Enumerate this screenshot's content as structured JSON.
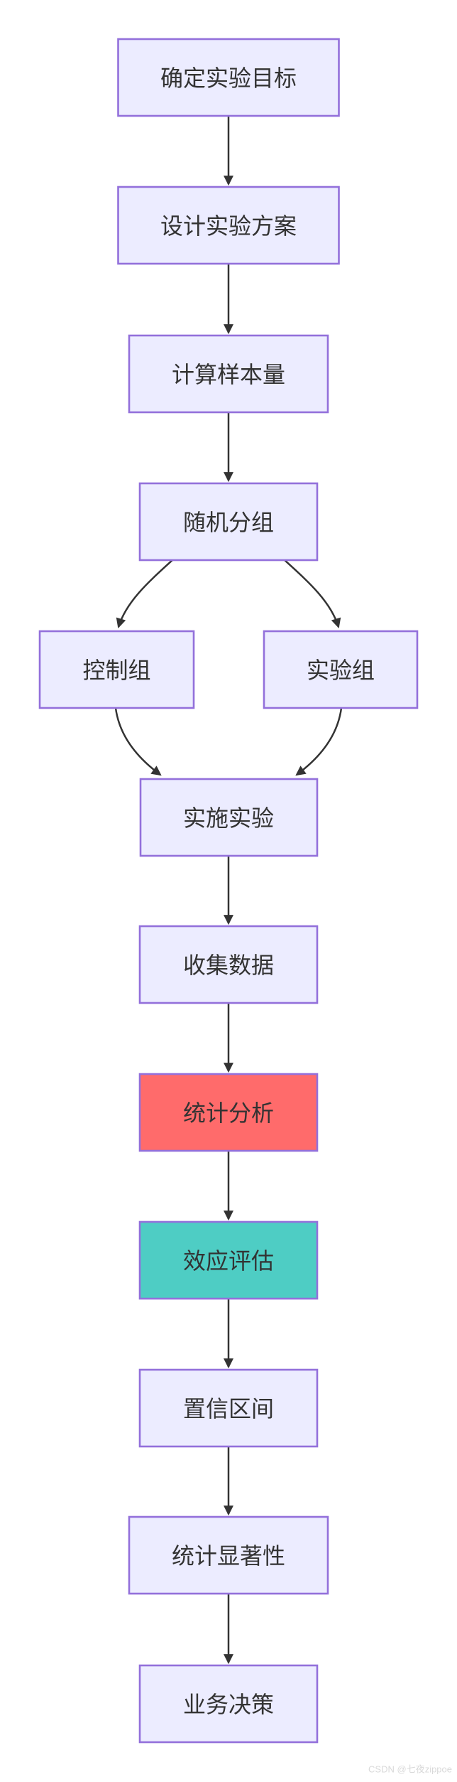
{
  "diagram": {
    "type": "flowchart",
    "direction": "top-down",
    "description": "A/B experiment workflow flowchart"
  },
  "colors": {
    "node_fill": "#ECECFF",
    "node_border": "#9370DB",
    "highlight_red": "#FF6B6B",
    "highlight_teal": "#4ECDC4",
    "node_text": "#333333",
    "edge": "#333333",
    "watermark_text_color": "#D9D9D9"
  },
  "nodes": [
    {
      "id": "define-goal",
      "label": "确定实验目标",
      "fill": "#ECECFF"
    },
    {
      "id": "design-plan",
      "label": "设计实验方案",
      "fill": "#ECECFF"
    },
    {
      "id": "sample-size",
      "label": "计算样本量",
      "fill": "#ECECFF"
    },
    {
      "id": "randomize",
      "label": "随机分组",
      "fill": "#ECECFF"
    },
    {
      "id": "control-group",
      "label": "控制组",
      "fill": "#ECECFF"
    },
    {
      "id": "experiment-group",
      "label": "实验组",
      "fill": "#ECECFF"
    },
    {
      "id": "run-experiment",
      "label": "实施实验",
      "fill": "#ECECFF"
    },
    {
      "id": "collect-data",
      "label": "收集数据",
      "fill": "#ECECFF"
    },
    {
      "id": "statistical-analysis",
      "label": "统计分析",
      "fill": "#FF6B6B"
    },
    {
      "id": "effect-evaluation",
      "label": "效应评估",
      "fill": "#4ECDC4"
    },
    {
      "id": "confidence-interval",
      "label": "置信区间",
      "fill": "#ECECFF"
    },
    {
      "id": "statistical-significance",
      "label": "统计显著性",
      "fill": "#ECECFF"
    },
    {
      "id": "business-decision",
      "label": "业务决策",
      "fill": "#ECECFF"
    }
  ],
  "edges": [
    {
      "from": "define-goal",
      "to": "design-plan"
    },
    {
      "from": "design-plan",
      "to": "sample-size"
    },
    {
      "from": "sample-size",
      "to": "randomize"
    },
    {
      "from": "randomize",
      "to": "control-group"
    },
    {
      "from": "randomize",
      "to": "experiment-group"
    },
    {
      "from": "control-group",
      "to": "run-experiment"
    },
    {
      "from": "experiment-group",
      "to": "run-experiment"
    },
    {
      "from": "run-experiment",
      "to": "collect-data"
    },
    {
      "from": "collect-data",
      "to": "statistical-analysis"
    },
    {
      "from": "statistical-analysis",
      "to": "effect-evaluation"
    },
    {
      "from": "effect-evaluation",
      "to": "confidence-interval"
    },
    {
      "from": "confidence-interval",
      "to": "statistical-significance"
    },
    {
      "from": "statistical-significance",
      "to": "business-decision"
    }
  ],
  "watermark": {
    "text": "CSDN @七夜zippoe"
  }
}
